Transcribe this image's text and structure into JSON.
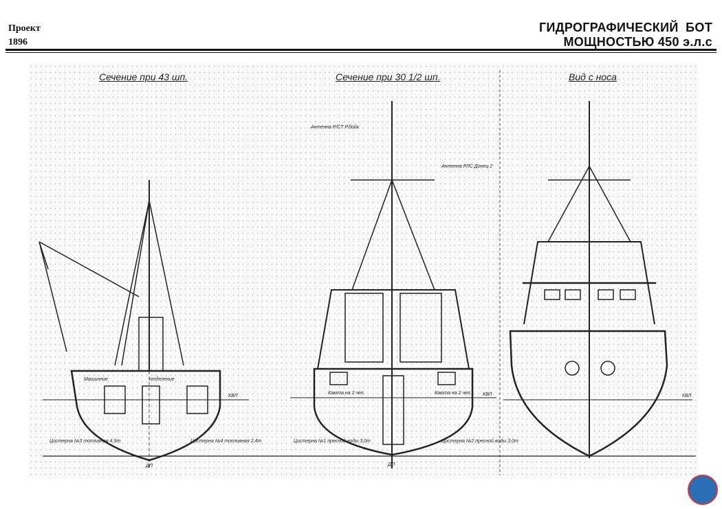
{
  "header": {
    "project_label": "Проект",
    "project_number": "1896",
    "title_line1": "ГИДРОГРАФИЧЕСКИЙ  БОТ",
    "title_line2": "МОЩНОСТЬЮ 450 э.л.с"
  },
  "views": [
    {
      "title": "Сечение при 43 шп.",
      "labels": [
        "Машинное",
        "отделение",
        "Цистерна №3 топливная 4,9т",
        "Цистерна №4 топливная 2,4т",
        "ДП",
        "КВЛ"
      ]
    },
    {
      "title": "Сечение при 30 1/2 шп.",
      "labels": [
        "Антенна Р/СТ Р.бойк",
        "Антенна РЛС Донец 2",
        "Каюта на 2 чел.",
        "Каюта на 2 чел.",
        "Цистерна №1 пресной воды 3,0т",
        "Цистерна №2 пресной воды 3,0т",
        "ДП",
        "КВЛ"
      ]
    },
    {
      "title": "Вид с носа",
      "labels": [
        "КВЛ"
      ]
    }
  ]
}
